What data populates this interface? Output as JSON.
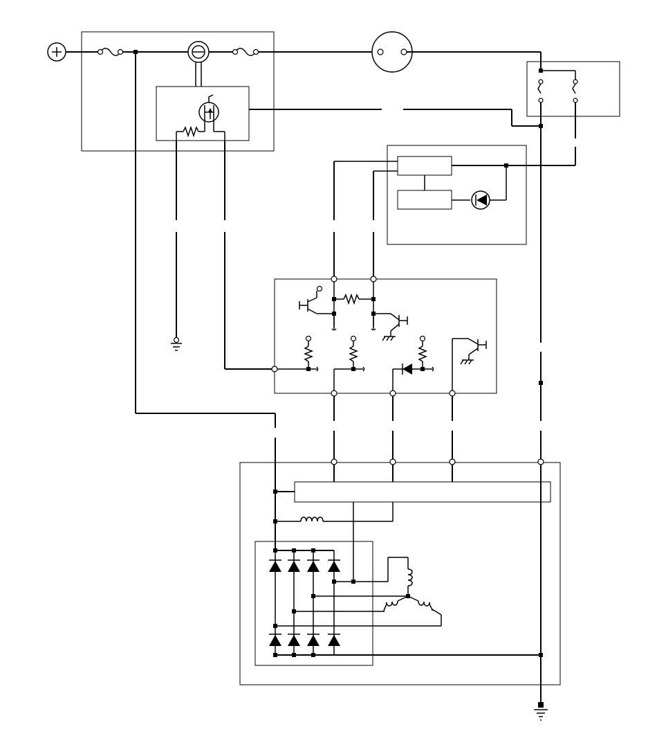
{
  "diagram": {
    "type": "wiring-schematic",
    "labels": [],
    "components": [
      "battery-positive-terminal",
      "fuse",
      "ignition-switch",
      "relay-module",
      "charge-warning-lamp",
      "relay",
      "control-module",
      "diode",
      "ecu-interface-circuit",
      "alternator",
      "voltage-regulator",
      "field-coil",
      "rectifier-bridge",
      "stator-windings",
      "ground"
    ]
  }
}
